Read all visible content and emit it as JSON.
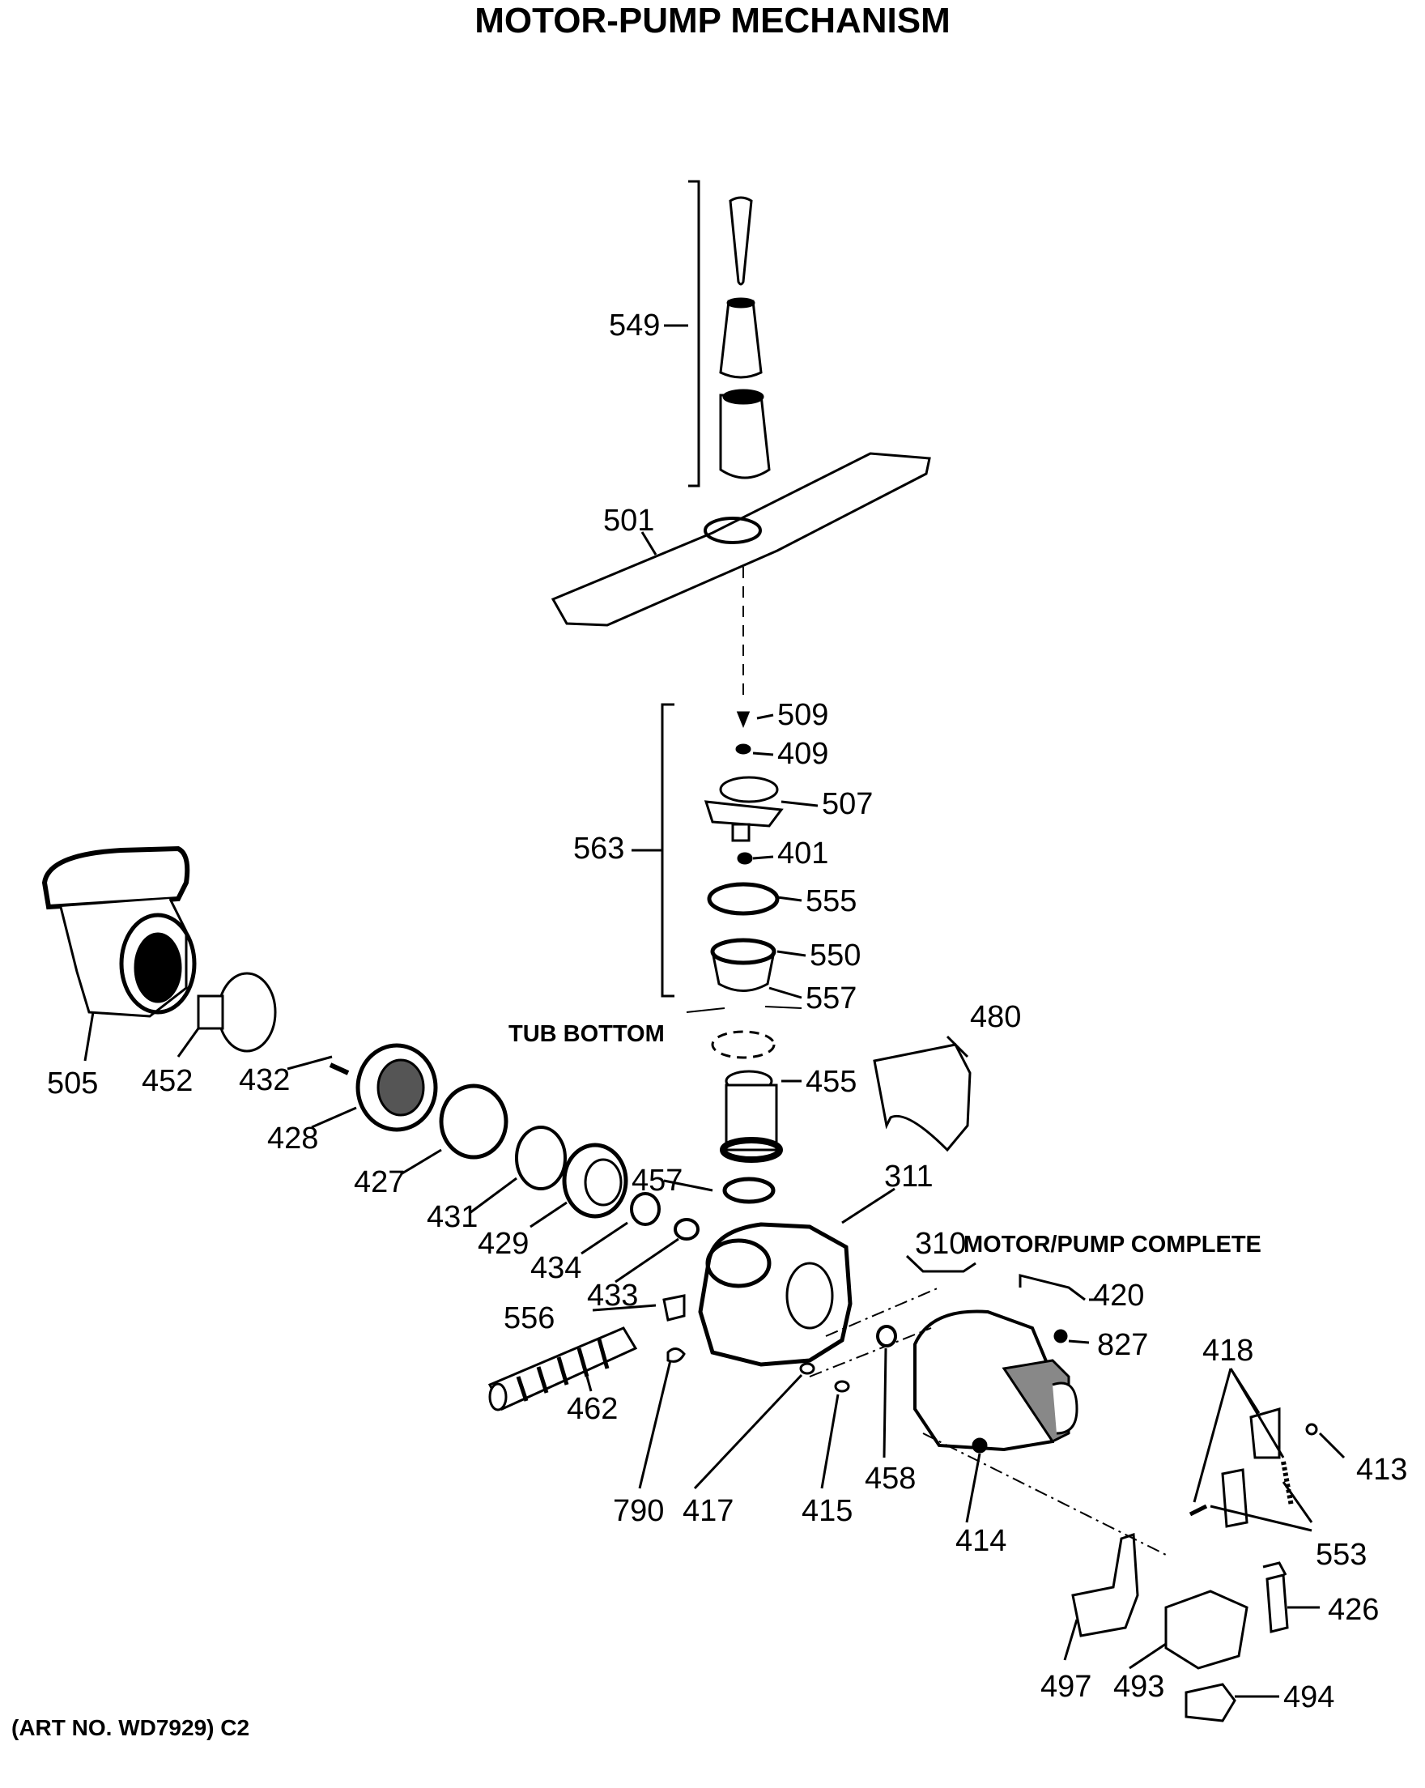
{
  "page": {
    "title_cut": ".,.. ,.._ .,..., ,.. _ ,, .. . . . . , .,",
    "title": "MOTOR-PUMP MECHANISM",
    "art_no": "(ART NO. WD7929) C2",
    "tub_bottom": "TUB BOTTOM",
    "motor_pump_label": "MOTOR/PUMP COMPLETE"
  },
  "parts": {
    "p549": "549",
    "p501": "501",
    "p509": "509",
    "p409": "409",
    "p507": "507",
    "p563": "563",
    "p401": "401",
    "p555": "555",
    "p550": "550",
    "p557": "557",
    "p480": "480",
    "p455": "455",
    "p505": "505",
    "p452": "452",
    "p432": "432",
    "p428": "428",
    "p427": "427",
    "p431": "431",
    "p429": "429",
    "p434": "434",
    "p433": "433",
    "p457": "457",
    "p311": "311",
    "p310": "310",
    "p420": "420",
    "p827": "827",
    "p418": "418",
    "p413": "413",
    "p556": "556",
    "p462": "462",
    "p790": "790",
    "p417": "417",
    "p415": "415",
    "p458": "458",
    "p414": "414",
    "p553": "553",
    "p426": "426",
    "p497": "497",
    "p493": "493",
    "p494": "494"
  }
}
